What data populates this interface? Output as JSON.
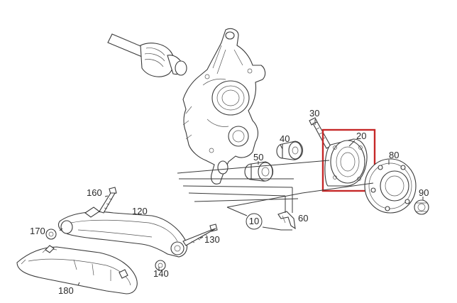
{
  "diagram": {
    "highlight_color": "#c62828",
    "line_color": "#3a3a3a",
    "callouts": {
      "c10": "10",
      "c20": "20",
      "c30": "30",
      "c40": "40",
      "c50": "50",
      "c60": "60",
      "c80": "80",
      "c90": "90",
      "c120": "120",
      "c130": "130",
      "c140": "140",
      "c160": "160",
      "c170": "170",
      "c180": "180"
    },
    "highlighted_part": "20"
  }
}
